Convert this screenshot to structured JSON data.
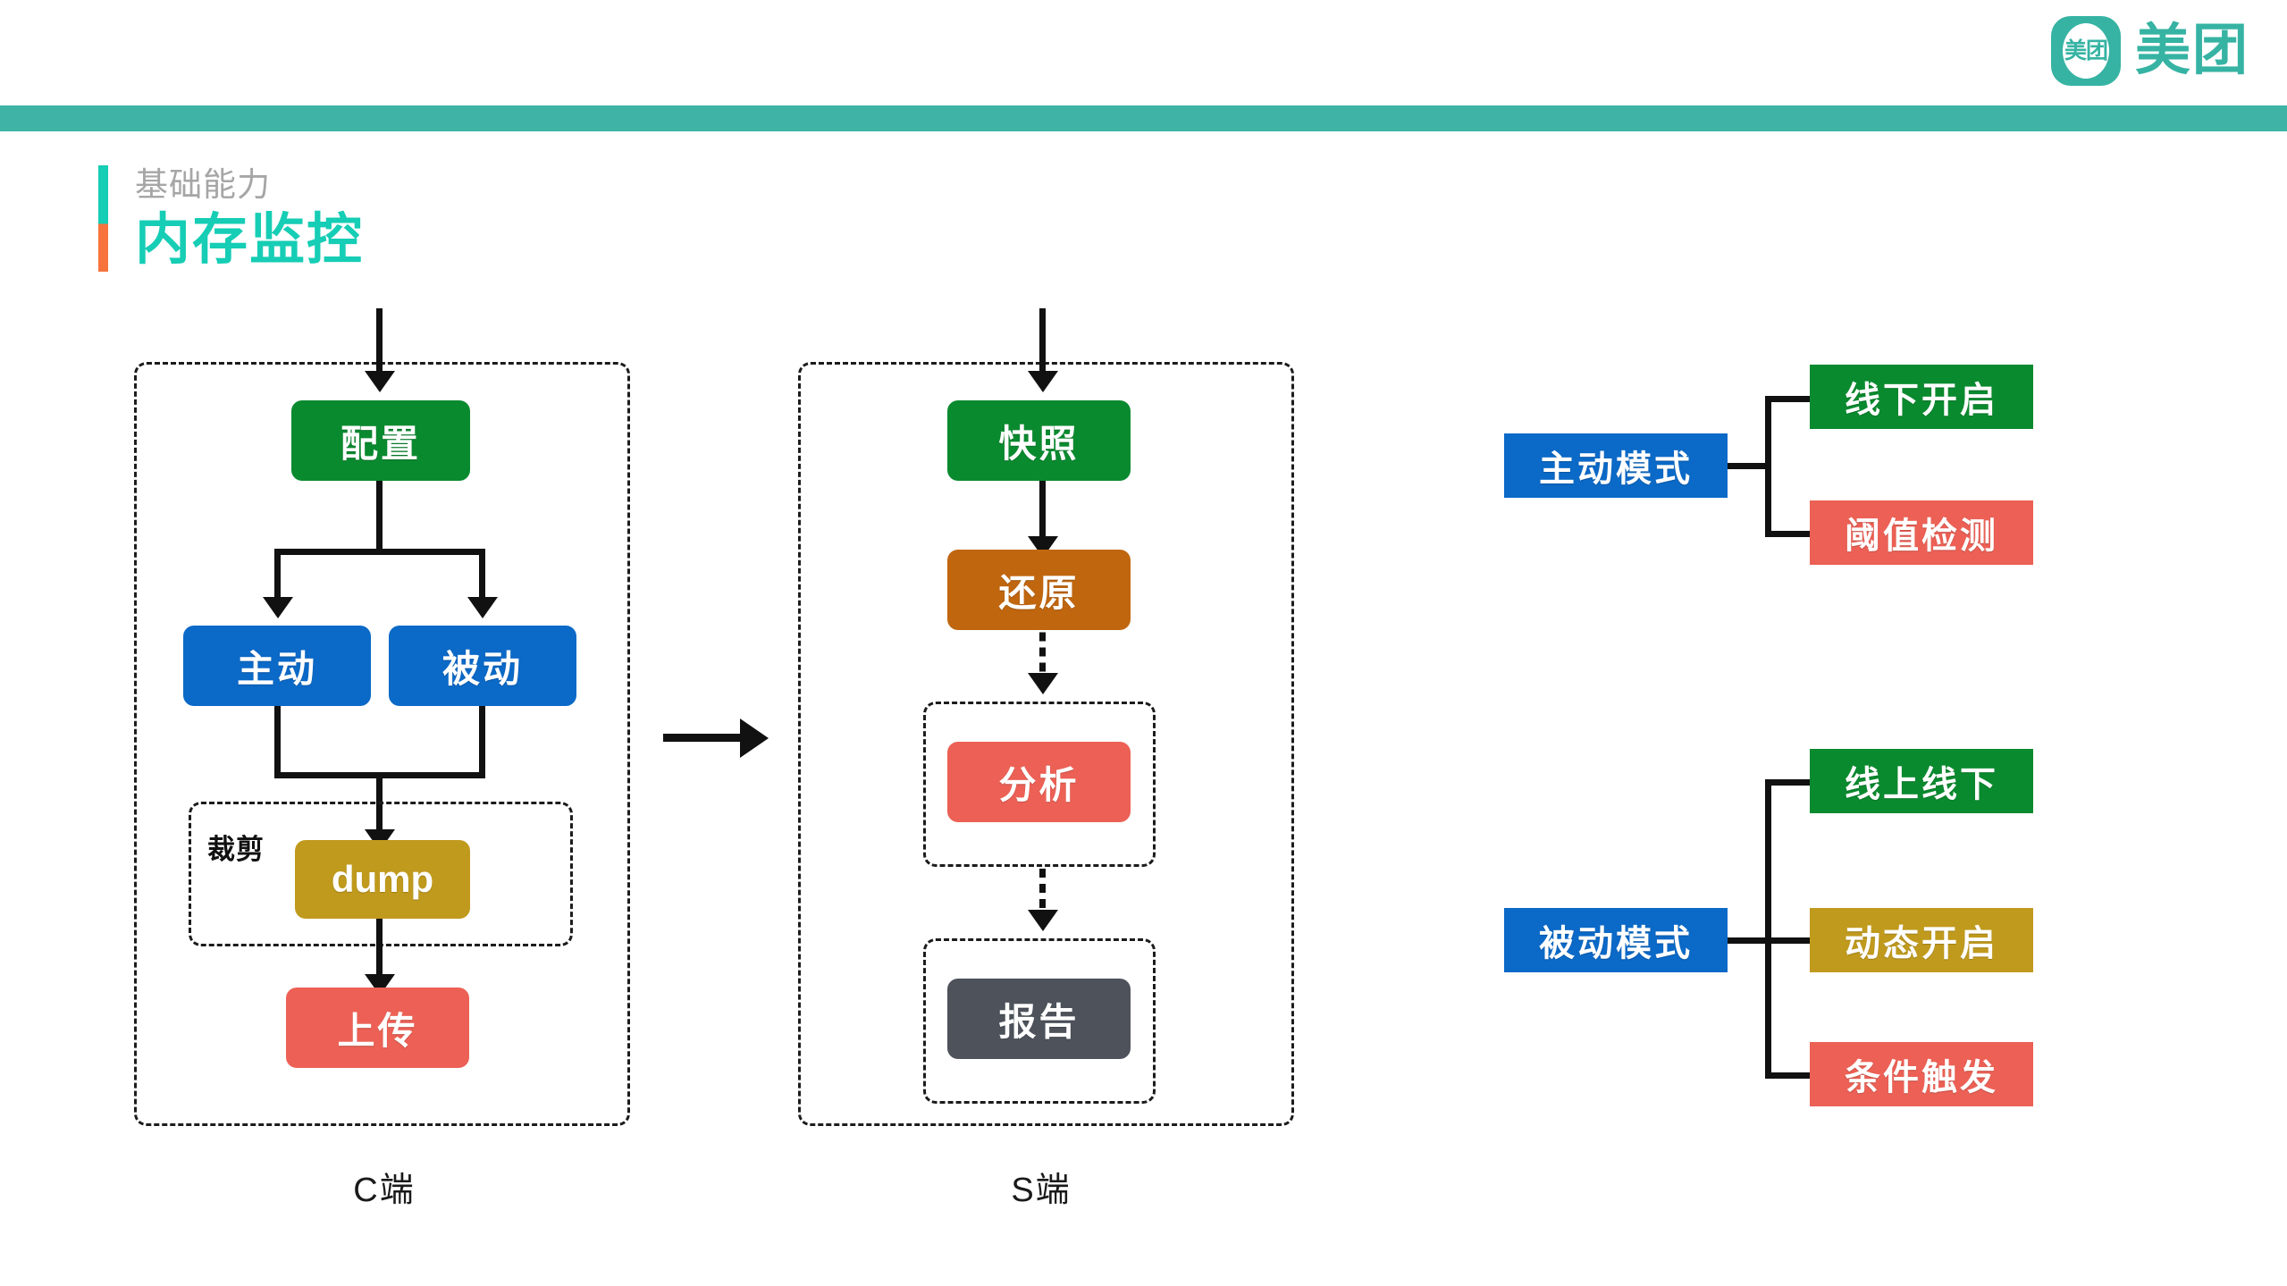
{
  "brand": {
    "mark_text": "美团",
    "wordmark": "美团",
    "color": "#36b3a3"
  },
  "header": {
    "rule_color": "#3fb3a6"
  },
  "title": {
    "eyebrow": "基础能力",
    "heading": "内存监控",
    "accent_top_color": "#16cdb5",
    "accent_bottom_color": "#f8733c",
    "heading_color": "#16cdb5",
    "eyebrow_color": "#a6a6a6"
  },
  "palette": {
    "green": "#0a8a2f",
    "blue": "#0b69c7",
    "gold": "#c09a1d",
    "red": "#ec6055",
    "orange": "#c0660f",
    "gray": "#4d525b"
  },
  "client_flow": {
    "caption": "C端",
    "nodes": [
      {
        "id": "config",
        "label": "配置",
        "color": "#0a8a2f"
      },
      {
        "id": "active",
        "label": "主动",
        "color": "#0b69c7"
      },
      {
        "id": "passive",
        "label": "被动",
        "color": "#0b69c7"
      },
      {
        "id": "dump",
        "label": "dump",
        "color": "#c09a1d"
      },
      {
        "id": "upload",
        "label": "上传",
        "color": "#ec6055"
      }
    ],
    "group_label": "裁剪"
  },
  "server_flow": {
    "caption": "S端",
    "nodes": [
      {
        "id": "snapshot",
        "label": "快照",
        "color": "#0a8a2f"
      },
      {
        "id": "restore",
        "label": "还原",
        "color": "#c0660f"
      },
      {
        "id": "analyze",
        "label": "分析",
        "color": "#ec6055"
      },
      {
        "id": "report",
        "label": "报告",
        "color": "#4d525b"
      }
    ]
  },
  "modes": [
    {
      "id": "active-mode",
      "root": {
        "label": "主动模式",
        "color": "#0b69c7"
      },
      "children": [
        {
          "label": "线下开启",
          "color": "#0a8a2f"
        },
        {
          "label": "阈值检测",
          "color": "#ec6055"
        }
      ]
    },
    {
      "id": "passive-mode",
      "root": {
        "label": "被动模式",
        "color": "#0b69c7"
      },
      "children": [
        {
          "label": "线上线下",
          "color": "#0a8a2f"
        },
        {
          "label": "动态开启",
          "color": "#c09a1d"
        },
        {
          "label": "条件触发",
          "color": "#ec6055"
        }
      ]
    }
  ]
}
